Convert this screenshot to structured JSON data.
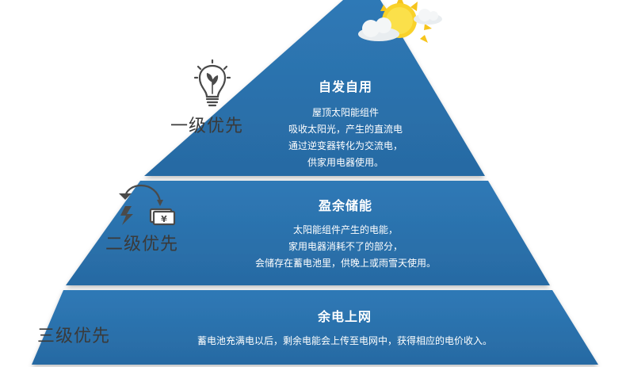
{
  "tiers": [
    {
      "title": "自发自用",
      "lines": [
        "屋顶太阳能组件",
        "吸收太阳光，产生的直流电",
        "通过逆变器转化为交流电，",
        "供家用电器使用。"
      ]
    },
    {
      "title": "盈余储能",
      "lines": [
        "太阳能组件产生的电能，",
        "家用电器消耗不了的部分，",
        "会储存在蓄电池里，供晚上或雨雪天使用。"
      ]
    },
    {
      "title": "余电上网",
      "lines": [
        "蓄电池充满电以后，剩余电能会上传至电网中，获得相应的电价收入。"
      ]
    }
  ],
  "priorities": [
    {
      "label": "一级优先",
      "icon": "lightbulb-icon"
    },
    {
      "label": "二级优先",
      "icon": "cycle-money-icon"
    },
    {
      "label": "三级优先"
    }
  ],
  "colors": {
    "tier": "#2b72ad",
    "tier_gap": "#ffffff",
    "sun": "#f7c21c",
    "cloud": "#e8ecef",
    "icon": "#4a4a4a"
  }
}
